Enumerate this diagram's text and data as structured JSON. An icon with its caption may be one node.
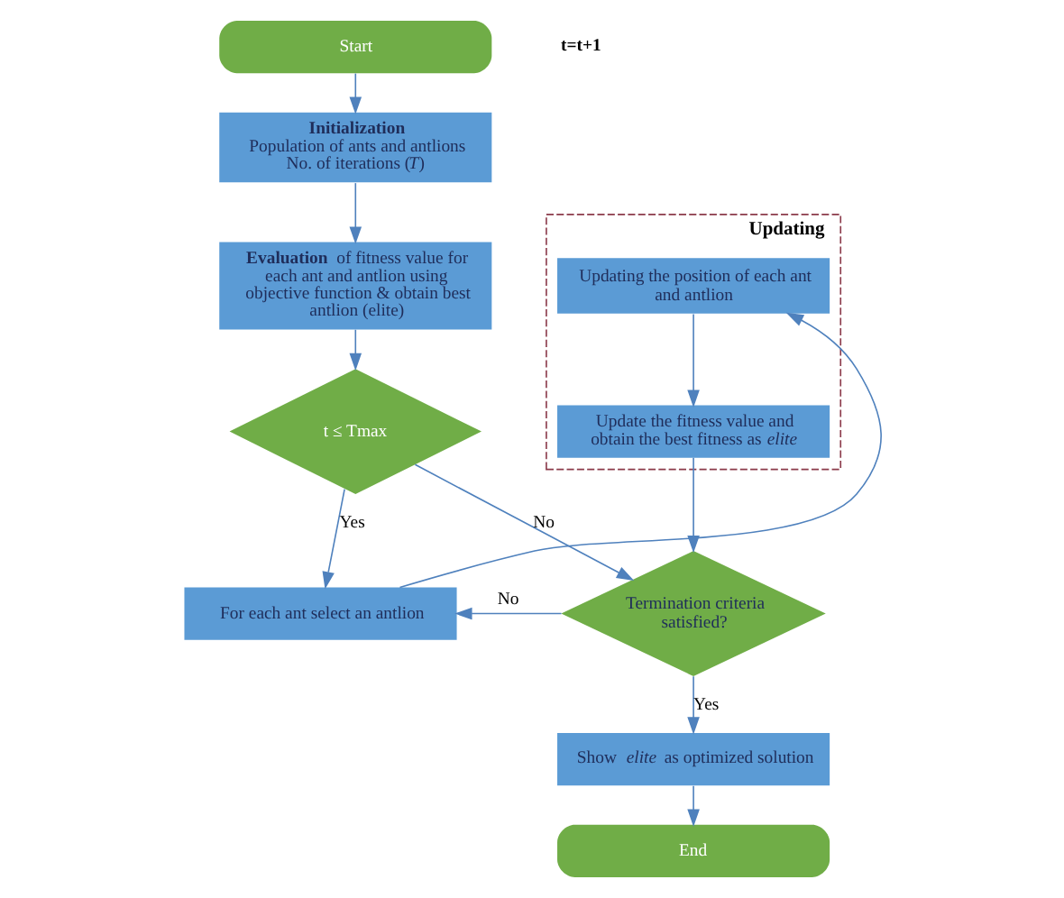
{
  "diagram": {
    "nodes": [
      {
        "text": [
          "Start"
        ]
      },
      {
        "text": [
          "Initialization",
          "Population of ants and antlions No. of iterations (*T*)"
        ]
      },
      {
        "text": [
          "**Evaluation** of fitness value for each ant and antlion using objective function & obtain best antlion (elite)"
        ]
      },
      {
        "text": [
          "t ≤ Tmax"
        ]
      },
      {
        "text": [
          "For each ant select an antlion"
        ]
      },
      {
        "text": [
          "Updating"
        ]
      },
      {
        "text": [
          "Updating the position of each ant and antlion"
        ],
        "in": 5
      },
      {
        "text": [
          "Update the fitness value and obtain the best fitness as *elite*"
        ],
        "in": 5
      },
      {
        "text": [
          "Termination criteria satisfied?"
        ]
      },
      {
        "text": [
          "Show *elite* as optimized solution"
        ]
      },
      {
        "text": [
          "End"
        ]
      }
    ],
    "edges": [
      {
        "from": 0,
        "to": 1,
        "arrow": "to"
      },
      {
        "from": 1,
        "to": 2,
        "arrow": "to"
      },
      {
        "from": 2,
        "to": 3,
        "arrow": "to"
      },
      {
        "from": 3,
        "to": 8,
        "label": "No",
        "arrow": "to"
      },
      {
        "from": 3,
        "to": 4,
        "label": "Yes",
        "arrow": "to"
      },
      {
        "from": 4,
        "to": 6,
        "arrow": "to"
      },
      {
        "from": 6,
        "to": 7,
        "arrow": "to"
      },
      {
        "from": 7,
        "to": 8,
        "arrow": "to"
      },
      {
        "from": 8,
        "to": 9,
        "label": "Yes",
        "arrow": "to"
      },
      {
        "from": 9,
        "to": 10,
        "arrow": "to"
      },
      {
        "from": 8,
        "to": 4,
        "label": "No",
        "arrow": "to"
      }
    ],
    "labels": [
      "t=t+1"
    ]
  }
}
